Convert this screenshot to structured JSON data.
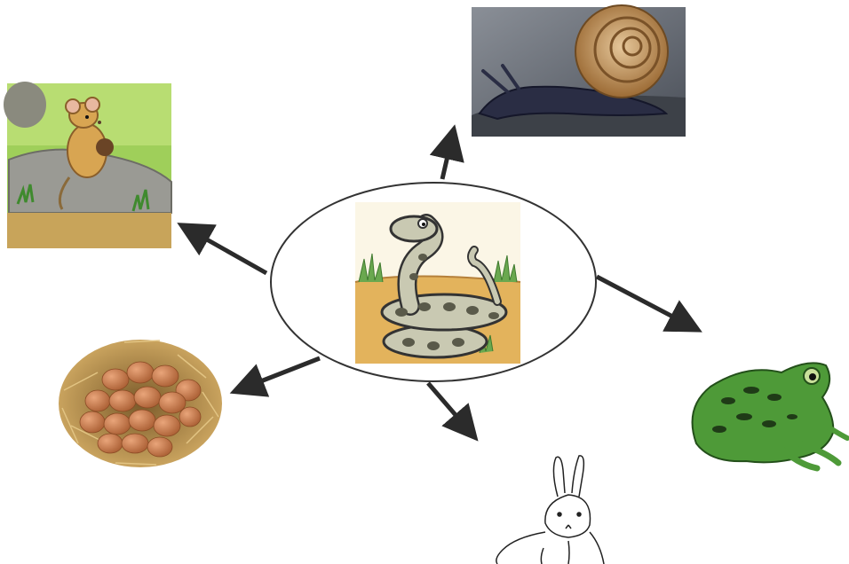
{
  "diagram": {
    "center": {
      "subject": "snake-icon"
    },
    "targets": [
      {
        "id": "mouse",
        "icon": "mouse-icon"
      },
      {
        "id": "snail",
        "icon": "snail-icon"
      },
      {
        "id": "frog",
        "icon": "frog-icon"
      },
      {
        "id": "rabbit",
        "icon": "rabbit-icon"
      },
      {
        "id": "eggs",
        "icon": "eggs-nest-icon"
      }
    ],
    "edges": [
      {
        "from": "snake",
        "to": "mouse"
      },
      {
        "from": "snake",
        "to": "snail"
      },
      {
        "from": "snake",
        "to": "frog"
      },
      {
        "from": "snake",
        "to": "rabbit"
      },
      {
        "from": "snake",
        "to": "eggs"
      }
    ],
    "colors": {
      "arrow": "#2b2b2b",
      "ellipse_stroke": "#333333",
      "frog_green": "#4e9a38",
      "snake_body": "#c9c9b2",
      "snail_shell": "#b98a4e",
      "egg": "#c87b4a",
      "mouse_fur": "#d8a552"
    }
  }
}
